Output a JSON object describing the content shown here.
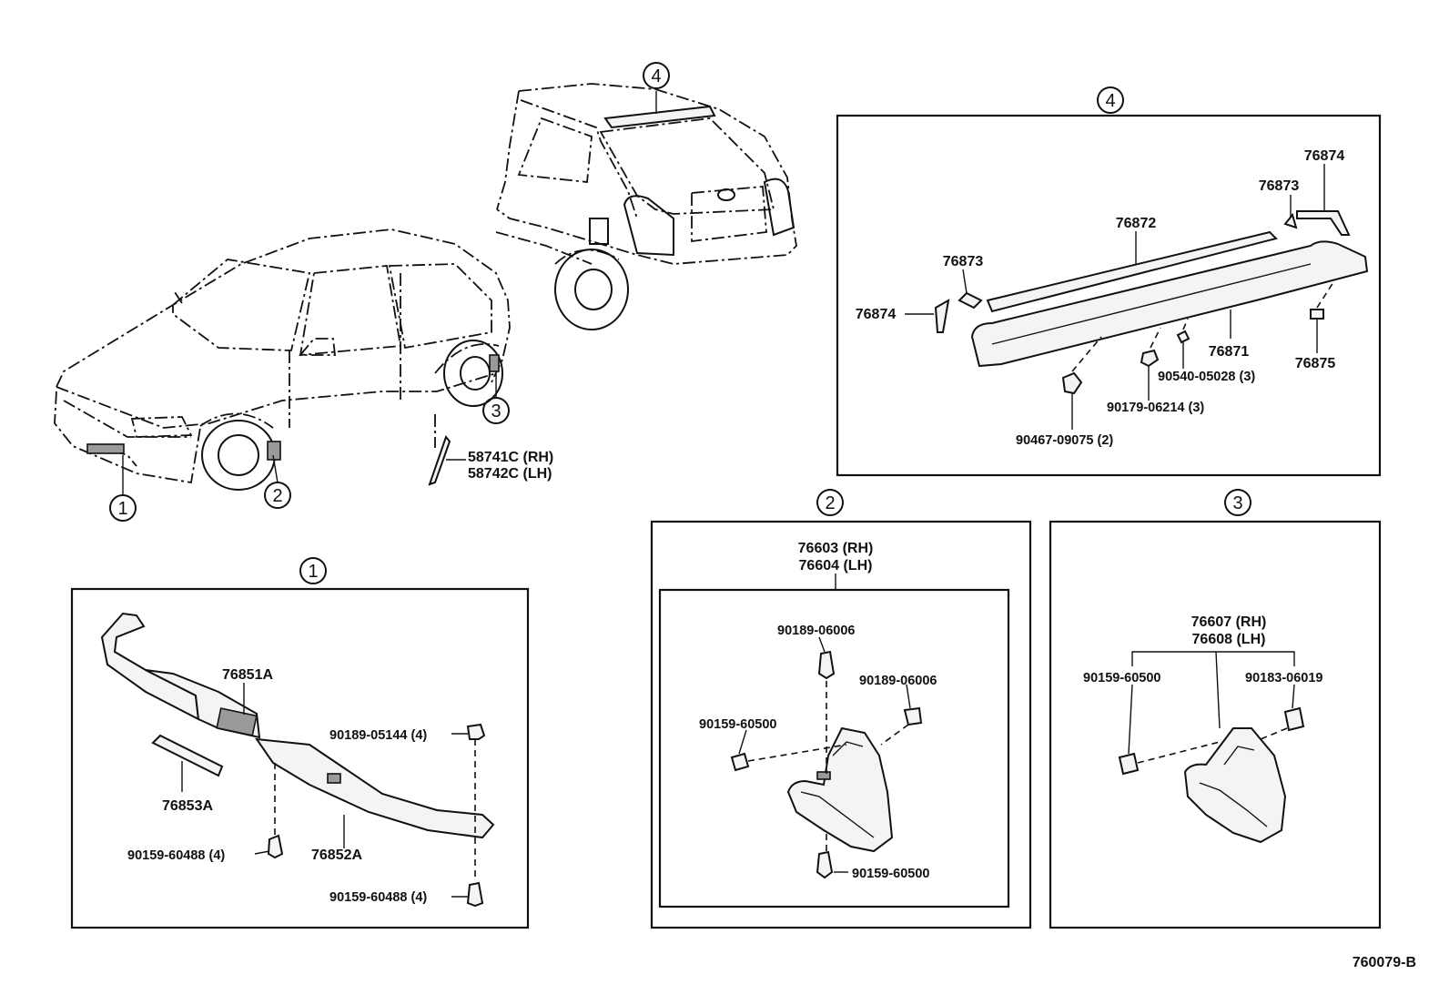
{
  "callouts": {
    "c1": "1",
    "c2": "2",
    "c3": "3",
    "c4": "4"
  },
  "overview": {
    "mudguard_rh": "58741C (RH)",
    "mudguard_lh": "58742C (LH)"
  },
  "panel4": {
    "p76874_right": "76874",
    "p76873_right": "76873",
    "p76872": "76872",
    "p76873_left": "76873",
    "p76874_left": "76874",
    "p76871": "76871",
    "p76875": "76875",
    "p90540": "90540-05028 (3)",
    "p90179": "90179-06214 (3)",
    "p90467": "90467-09075 (2)"
  },
  "panel1": {
    "p76851A": "76851A",
    "p90189_05144": "90189-05144 (4)",
    "p76853A": "76853A",
    "p90159_60488_a": "90159-60488 (4)",
    "p76852A": "76852A",
    "p90159_60488_b": "90159-60488 (4)"
  },
  "panel2": {
    "rh": "76603 (RH)",
    "lh": "76604 (LH)",
    "p90189_a": "90189-06006",
    "p90189_b": "90189-06006",
    "p90159_a": "90159-60500",
    "p90159_b": "90159-60500"
  },
  "panel3": {
    "rh": "76607 (RH)",
    "lh": "76608 (LH)",
    "p90159": "90159-60500",
    "p90183": "90183-06019"
  },
  "figure_code": "760079-B"
}
